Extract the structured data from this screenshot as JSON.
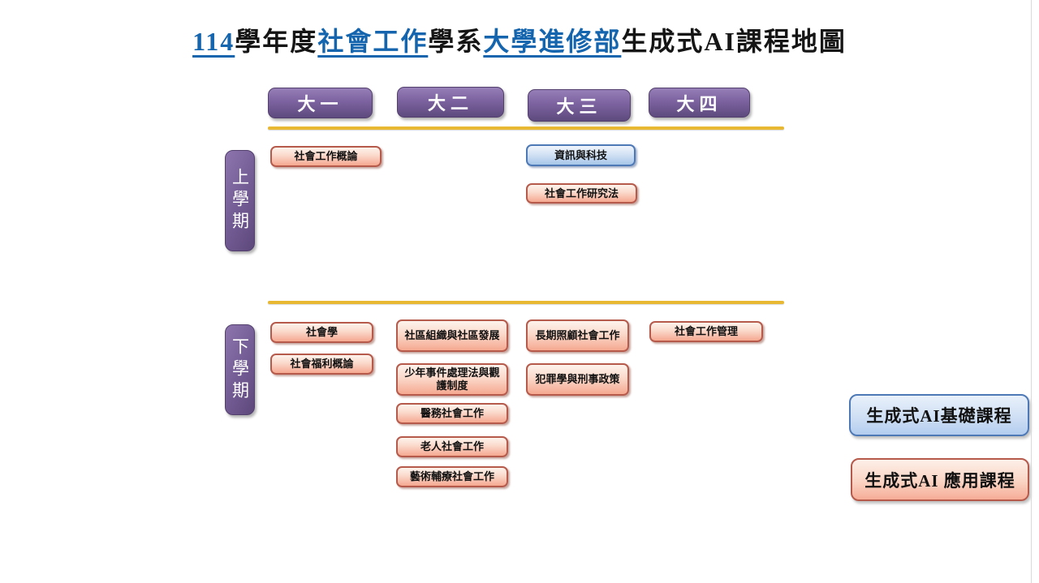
{
  "title": {
    "segments": [
      {
        "text": "114",
        "style": "link"
      },
      {
        "text": "學年度",
        "style": "plain"
      },
      {
        "text": "社會工作",
        "style": "link"
      },
      {
        "text": "學系",
        "style": "plain"
      },
      {
        "text": "大學進修部",
        "style": "link"
      },
      {
        "text": "生成式AI課程地圖",
        "style": "plain"
      }
    ]
  },
  "years": [
    {
      "label": "大一"
    },
    {
      "label": "大二"
    },
    {
      "label": "大三"
    },
    {
      "label": "大四"
    }
  ],
  "semesters": [
    {
      "label": "上學期"
    },
    {
      "label": "下學期"
    }
  ],
  "courses": [
    {
      "label": "社會工作概論",
      "year": "大一",
      "semester": "上學期",
      "type": "生成式AI 應用課程"
    },
    {
      "label": "資訊與科技",
      "year": "大三",
      "semester": "上學期",
      "type": "生成式AI基礎課程"
    },
    {
      "label": "社會工作研究法",
      "year": "大三",
      "semester": "上學期",
      "type": "生成式AI 應用課程"
    },
    {
      "label": "社會學",
      "year": "大一",
      "semester": "下學期",
      "type": "生成式AI 應用課程"
    },
    {
      "label": "社會福利概論",
      "year": "大一",
      "semester": "下學期",
      "type": "生成式AI 應用課程"
    },
    {
      "label": "社區組織與社區發展",
      "year": "大二",
      "semester": "下學期",
      "type": "生成式AI 應用課程"
    },
    {
      "label": "少年事件處理法與觀護制度",
      "year": "大二",
      "semester": "下學期",
      "type": "生成式AI 應用課程"
    },
    {
      "label": "醫務社會工作",
      "year": "大二",
      "semester": "下學期",
      "type": "生成式AI 應用課程"
    },
    {
      "label": "老人社會工作",
      "year": "大二",
      "semester": "下學期",
      "type": "生成式AI 應用課程"
    },
    {
      "label": "藝術輔療社會工作",
      "year": "大二",
      "semester": "下學期",
      "type": "生成式AI 應用課程"
    },
    {
      "label": "長期照顧社會工作",
      "year": "大三",
      "semester": "下學期",
      "type": "生成式AI 應用課程"
    },
    {
      "label": "犯罪學與刑事政策",
      "year": "大三",
      "semester": "下學期",
      "type": "生成式AI 應用課程"
    },
    {
      "label": "社會工作管理",
      "year": "大四",
      "semester": "下學期",
      "type": "生成式AI 應用課程"
    }
  ],
  "legend": [
    {
      "label": "生成式AI基礎課程"
    },
    {
      "label": "生成式AI 應用課程"
    }
  ],
  "colors": {
    "link_blue": "#1465ae",
    "header_purple": "#6f5892",
    "divider_gold": "#e9b832",
    "application_pink": "#f5a890",
    "application_border": "#b65a4c",
    "foundation_blue": "#a7c6e9",
    "foundation_border": "#4e79b7"
  }
}
